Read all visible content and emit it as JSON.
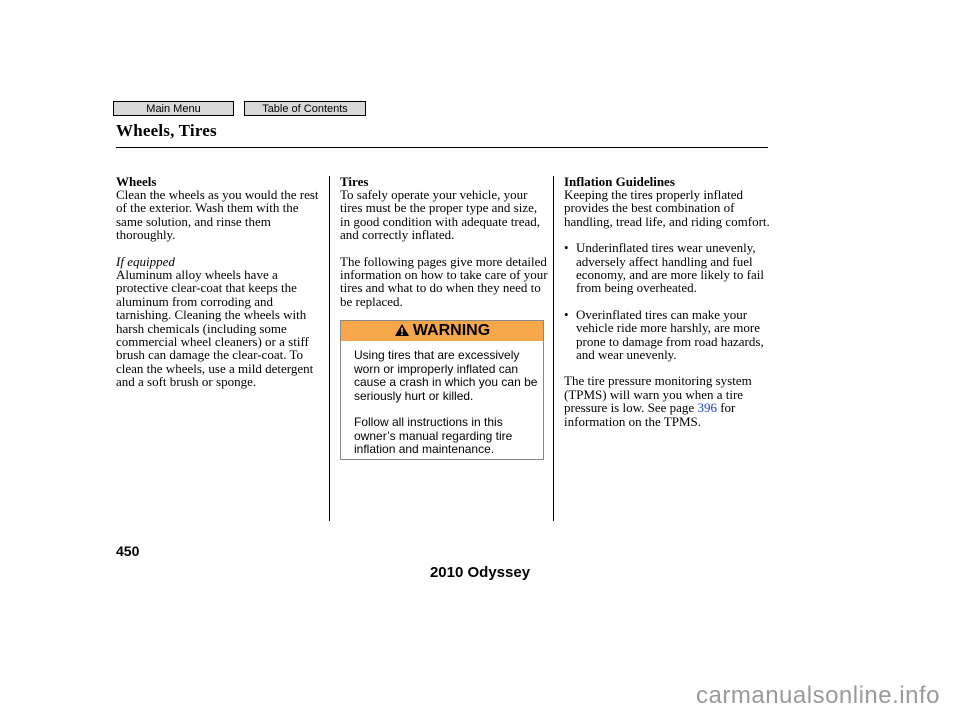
{
  "nav": {
    "main_menu": "Main Menu",
    "toc": "Table of Contents"
  },
  "section_title": "Wheels, Tires",
  "col1": {
    "heading": "Wheels",
    "p1": "Clean the wheels as you would the rest of the exterior. Wash them with the same solution, and rinse them thoroughly.",
    "note": "If equipped",
    "p2": "Aluminum alloy wheels have a protective clear-coat that keeps the aluminum from corroding and tarnishing. Cleaning the wheels with harsh chemicals (including some commercial wheel cleaners) or a stiff brush can damage the clear-coat. To clean the wheels, use a mild detergent and a soft brush or sponge."
  },
  "col2": {
    "heading": "Tires",
    "p1": "To safely operate your vehicle, your tires must be the proper type and size, in good condition with adequate tread, and correctly inflated.",
    "p2": "The following pages give more detailed information on how to take care of your tires and what to do when they need to be replaced."
  },
  "warning": {
    "label": "WARNING",
    "p1": "Using tires that are excessively worn or improperly inflated can cause a crash in which you can be seriously hurt or killed.",
    "p2": "Follow all instructions in this owner’s manual regarding tire inflation and maintenance."
  },
  "col3": {
    "heading": "Inflation Guidelines",
    "p1": "Keeping the tires properly inflated provides the best combination of handling, tread life, and riding comfort.",
    "bullets": [
      "Underinflated tires wear unevenly, adversely affect handling and fuel economy, and are more likely to fail from being overheated.",
      "Overinflated tires can make your vehicle ride more harshly, are more prone to damage from road hazards, and wear unevenly."
    ],
    "p2_before": "The tire pressure monitoring system (TPMS) will warn you when a tire pressure is low. See page ",
    "p2_link": "396",
    "p2_after": " for information on the TPMS."
  },
  "page_number": "450",
  "footer": "2010 Odyssey",
  "watermark": "carmanualsonline.info"
}
